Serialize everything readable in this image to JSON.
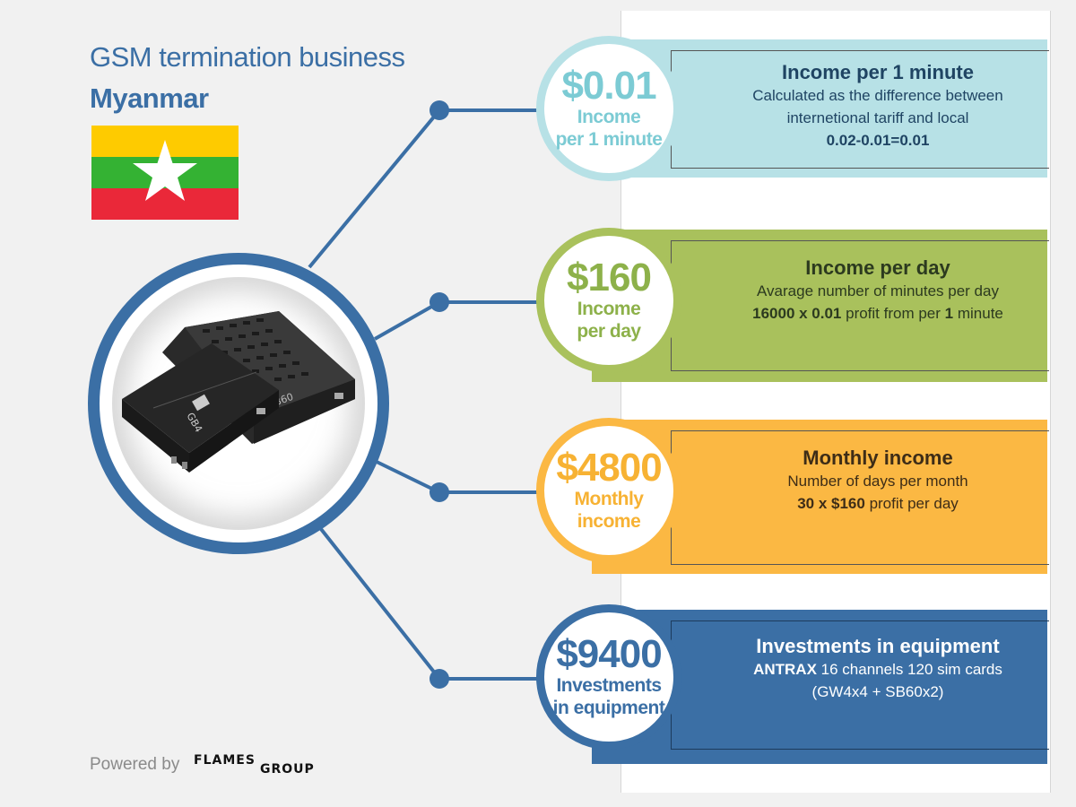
{
  "header": {
    "title_line1": "GSM termination business",
    "title_line2": "Myanmar"
  },
  "colors": {
    "title": "#3b6fa5",
    "band1": "#b7e1e6",
    "accent1": "#7ccbd4",
    "text1": "#1f4463",
    "band2": "#a9c15c",
    "accent2": "#8db14a",
    "text2": "#2c3a1f",
    "band3": "#fbb843",
    "accent3": "#f7b233",
    "text3": "#3e2d17",
    "band4": "#3b6fa5",
    "accent4": "#3b6fa5",
    "text4": "#ffffff"
  },
  "items": [
    {
      "value": "$0.01",
      "label1": "Income",
      "label2": "per 1 minute",
      "heading": "Income per 1 minute",
      "line1": "Calculated  as the difference between",
      "line2": "internetional tariff and local",
      "line3": "0.02-0.01=0.01"
    },
    {
      "value": "$160",
      "label1": "Income",
      "label2": "per day",
      "heading": "Income per day",
      "line1": "Avarage number of minutes per day",
      "line2_bold": "16000 x 0.01",
      "line2_rest": " profit from per ",
      "line2_bold2": "1",
      "line2_end": " minute"
    },
    {
      "value": "$4800",
      "label1": "Monthly",
      "label2": "income",
      "heading": "Monthly income",
      "line1": "Number of days per month",
      "line2_bold": "30 x $160",
      "line2_rest": " profit per day"
    },
    {
      "value": "$9400",
      "label1": "Investments",
      "label2": "in equipment",
      "heading": "Investments in equipment",
      "line1_bold": "ANTRAX",
      "line1_rest": " 16 channels 120 sim cards",
      "line2": "(GW4x4 + SB60x2)"
    }
  ],
  "device": {
    "box_front_label": "GB4",
    "box_back_label": "SB60"
  },
  "footer": {
    "powered_by": "Powered by",
    "logo_top": "FLAMES",
    "logo_bottom": "GROUP"
  }
}
